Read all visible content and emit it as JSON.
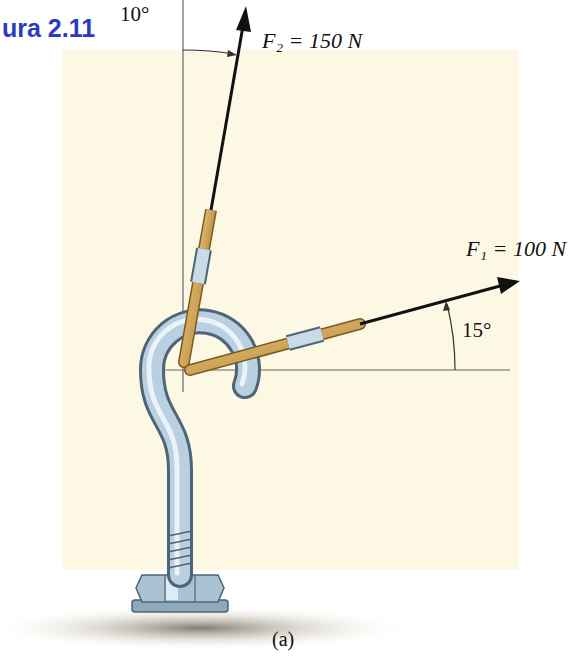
{
  "diagram": {
    "title": "ura 2.11",
    "caption": "(a)",
    "labels": [
      "10°",
      "F₂ = 150 N",
      "F₁ = 100 N",
      "15°"
    ]
  }
}
